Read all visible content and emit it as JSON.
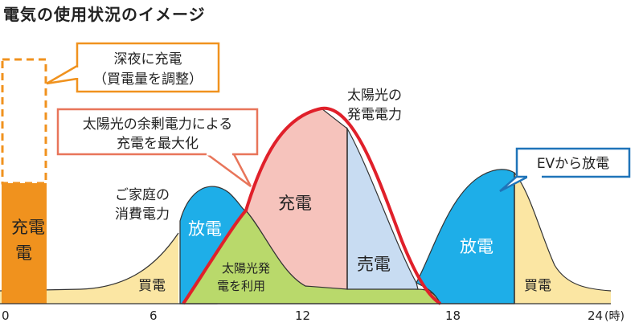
{
  "title": "電気の使用状況のイメージ",
  "axis": {
    "ticks": [
      "0",
      "6",
      "12",
      "18",
      "24"
    ],
    "unit": "(時)"
  },
  "labels": {
    "night_charge_block": "充電",
    "night_charge_block_line2": "電",
    "buy_left": "買電",
    "buy_right": "買電",
    "discharge_morning": "放電",
    "solar_self_use_line1": "太陽光発",
    "solar_self_use_line2": "電を利用",
    "charge_midday": "充電",
    "sell": "売電",
    "discharge_evening": "放電",
    "home_consumption_line1": "ご家庭の",
    "home_consumption_line2": "消費電力",
    "solar_generation_line1": "太陽光の",
    "solar_generation_line2": "発電電力"
  },
  "callouts": {
    "night": {
      "line1": "深夜に充電",
      "line2": "（買電量を調整）"
    },
    "surplus": {
      "line1": "太陽光の余剰電力による",
      "line2": "充電を最大化"
    },
    "ev": {
      "text": "EVから放電"
    }
  },
  "colors": {
    "consumption": "#fbe6a3",
    "discharge": "#1eaee8",
    "solar_use": "#b9d96b",
    "charge_pink": "#f6c3bc",
    "sell_blue": "#c8dcf2",
    "solar_line": "#e0202a",
    "orange": "#f0921e",
    "callout_orange_border": "#f0921e",
    "callout_red_border": "#e8755a",
    "callout_blue_border": "#1f74b9"
  }
}
